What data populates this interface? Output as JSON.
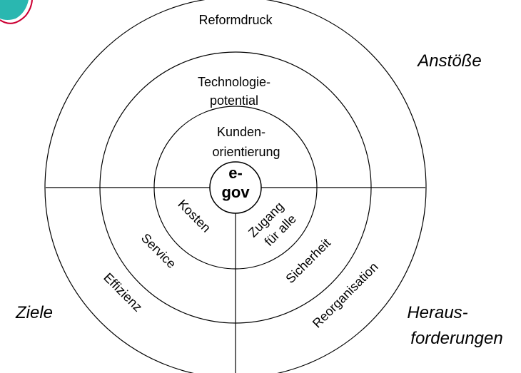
{
  "diagram": {
    "center": {
      "line1": "e-",
      "line2": "gov"
    },
    "rings": {
      "outer_top": "Reformdruck",
      "middle_top": {
        "line1": "Technologie-",
        "line2": "potential"
      },
      "inner_top": {
        "line1": "Kunden-",
        "line2": "orientierung"
      },
      "inner_left": "Kosten",
      "inner_right": {
        "line1": "Zugang",
        "line2": "für alle"
      },
      "middle_left": "Service",
      "middle_right": "Sicherheit",
      "outer_left": "Effizienz",
      "outer_right": "Reorganisation"
    },
    "sectors": {
      "top": "Anstöße",
      "left": "Ziele",
      "right": {
        "line1": "Heraus-",
        "line2": "forderungen"
      }
    },
    "colors": {
      "stroke": "#000000",
      "corner_arc_red": "#cc0033",
      "corner_arc_teal": "#2ab7b0"
    }
  }
}
